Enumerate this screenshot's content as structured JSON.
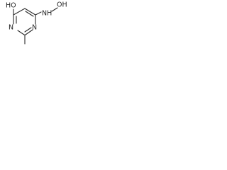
{
  "structure": {
    "atoms": {
      "hydroxyl": "HO",
      "ring_nitrogen_top": "N",
      "ring_nitrogen_bottom": "N",
      "hydroxylamine": "NH",
      "hydroxylamine_oxygen": "OH"
    }
  }
}
